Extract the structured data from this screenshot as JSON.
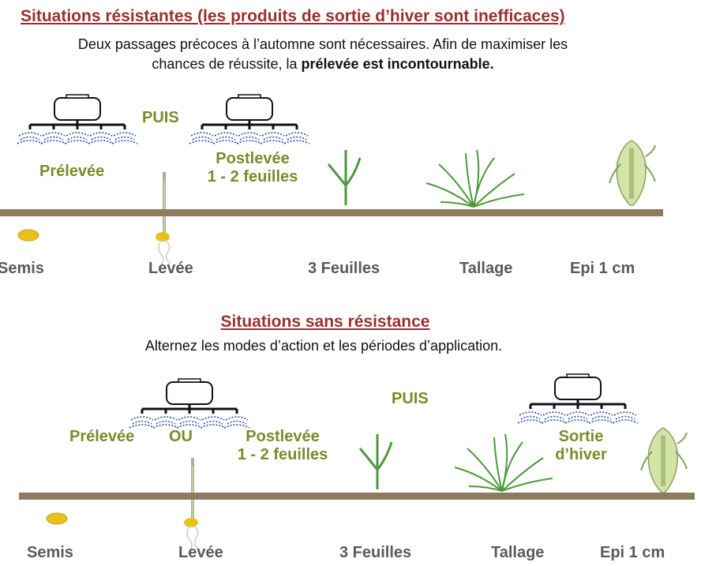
{
  "section1": {
    "title": "Situations résistantes (les produits de sortie d’hiver sont inefficaces)",
    "desc_line1": "Deux passages précoces à l’automne sont nécessaires. Afin de maximiser les",
    "desc_line2_prefix": "chances de réussite, la ",
    "desc_line2_bold": "prélevée est incontournable.",
    "puis": "PUIS",
    "prelevee": "Prélevée",
    "postlevee": "Postlevée",
    "postlevee_sub": "1 - 2 feuilles",
    "stages": [
      "Semis",
      "Levée",
      "3 Feuilles",
      "Tallage",
      "Epi 1 cm"
    ]
  },
  "section2": {
    "title": "Situations sans résistance",
    "desc": "Alternez les modes d’action et les périodes d’application.",
    "prelevee": "Prélevée",
    "ou": "OU",
    "postlevee": "Postlevée",
    "postlevee_sub": "1 - 2 feuilles",
    "puis": "PUIS",
    "sortie": "Sortie",
    "sortie_sub": "d’hiver",
    "stages": [
      "Semis",
      "Levée",
      "3 Feuilles",
      "Tallage",
      "Epi 1 cm"
    ]
  },
  "colors": {
    "title": "#9b2f2f",
    "label_green": "#7d8a2a",
    "stage_gray": "#5a5a5a",
    "ground": "#8c7b5f",
    "spray_blue": "#2e4fa5",
    "seed_yellow": "#e8c21c"
  }
}
